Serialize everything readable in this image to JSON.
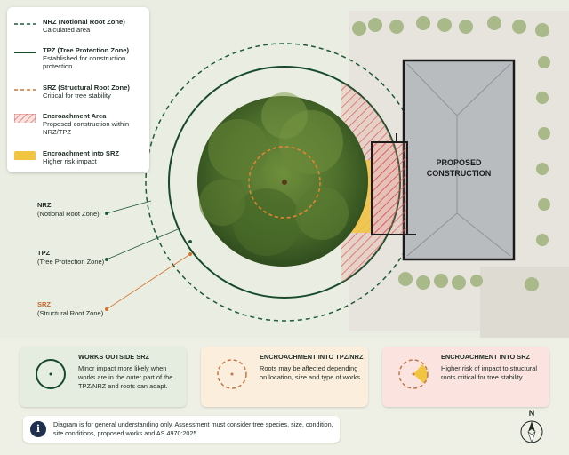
{
  "legend": {
    "items": [
      {
        "title": "NRZ (Notional Root Zone)",
        "desc": "Calculated area"
      },
      {
        "title": "TPZ (Tree Protection Zone)",
        "desc": "Established for construction protection"
      },
      {
        "title": "SRZ (Structural Root Zone)",
        "desc": "Critical for tree stability"
      },
      {
        "title": "Encroachment Area",
        "desc": "Proposed construction within NRZ/TPZ"
      },
      {
        "title": "Encroachment into SRZ",
        "desc": "Higher risk impact"
      }
    ]
  },
  "callouts": {
    "nrz": {
      "title": "NRZ",
      "sub": "(Notional Root Zone)"
    },
    "tpz": {
      "title": "TPZ",
      "sub": "(Tree Protection Zone)"
    },
    "srz": {
      "title": "SRZ",
      "sub": "(Structural Root Zone)"
    }
  },
  "building": {
    "label_line1": "PROPOSED",
    "label_line2": "CONSTRUCTION"
  },
  "cards": [
    {
      "title": "WORKS OUTSIDE SRZ",
      "body": "Minor impact more likely when works are in the outer part of the TPZ/NRZ and roots can adapt."
    },
    {
      "title": "ENCROACHMENT INTO TPZ/NRZ",
      "body": "Roots may be affected depending on location, size and type of works."
    },
    {
      "title": "ENCROACHMENT INTO SRZ",
      "body": "Higher risk of impact to structural roots critical for tree stability."
    }
  ],
  "note": {
    "text": "Diagram is for general understanding only. Assessment must consider tree species, size, condition, site conditions, proposed works and AS 4970:2025."
  },
  "north": {
    "label": "N"
  },
  "colors": {
    "nrz": "#1f5a36",
    "tpz": "#164a2a",
    "srz": "#d4732e",
    "encroachment": "#d85a5a",
    "srz_encroachment": "#f2c540",
    "card_green": "#e5ede0",
    "card_orange": "#fbeedd",
    "card_red": "#fbe4e0"
  }
}
